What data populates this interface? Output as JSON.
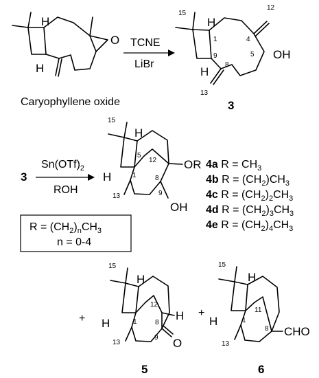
{
  "compounds": {
    "caryophyllene_oxide": {
      "name": "Caryophyllene oxide",
      "oxygen": "O",
      "h_top": "H",
      "h_bottom": "H"
    },
    "c3": {
      "id": "3",
      "oh": "OH",
      "h_top": "H",
      "h_bottom": "H",
      "locants": {
        "c15": "15",
        "c1": "1",
        "c4": "4",
        "c5": "5",
        "c9": "9",
        "c8": "8",
        "c12": "12",
        "c13": "13"
      }
    },
    "c4": {
      "or": "OR",
      "oh": "OH",
      "h_top": "H",
      "h_left": "H",
      "locants": {
        "c15": "15",
        "c5": "5",
        "c12": "12",
        "c1": "1",
        "c8": "8",
        "c13": "13",
        "c9": "9"
      }
    },
    "c5": {
      "id": "5",
      "o": "O",
      "h_top": "H",
      "h_left": "H",
      "h_right": "H",
      "locants": {
        "c15": "15",
        "c12": "12",
        "c1": "1",
        "c8": "8",
        "c9": "9",
        "c13": "13"
      }
    },
    "c6": {
      "id": "6",
      "cho": "CHO",
      "h_top": "H",
      "h_left": "H",
      "locants": {
        "c15": "15",
        "c11": "11",
        "c1": "1",
        "c8": "8",
        "c13": "13"
      }
    }
  },
  "reactions": {
    "step1": {
      "reagent_top": "TCNE",
      "reagent_bottom": "LiBr"
    },
    "step2": {
      "start": "3",
      "reagent_top_main": "Sn(OTf)",
      "reagent_top_sub": "2",
      "reagent_bottom": "ROH"
    }
  },
  "products_4": [
    {
      "id": "4a",
      "pre": "R = CH",
      "sub": "3",
      "post": ""
    },
    {
      "id": "4b",
      "pre": "R = (CH",
      "sub": "2",
      "post": ")CH",
      "sub2": "3"
    },
    {
      "id": "4c",
      "pre": "R = (CH",
      "sub": "2",
      "post": ")",
      "sub2": "2",
      "post2": "CH",
      "sub3": "3"
    },
    {
      "id": "4d",
      "pre": "R = (CH",
      "sub": "2",
      "post": ")",
      "sub2": "3",
      "post2": "CH",
      "sub3": "3"
    },
    {
      "id": "4e",
      "pre": "R = (CH",
      "sub": "2",
      "post": ")",
      "sub2": "4",
      "post2": "CH",
      "sub3": "3"
    }
  ],
  "r_box": {
    "line1_pre": "R = (CH",
    "line1_sub": "2",
    "line1_mid": ")",
    "line1_n": "n",
    "line1_post": "CH",
    "line1_sub2": "3",
    "line2": "n = 0-4"
  },
  "plus_signs": [
    "+",
    "+"
  ]
}
